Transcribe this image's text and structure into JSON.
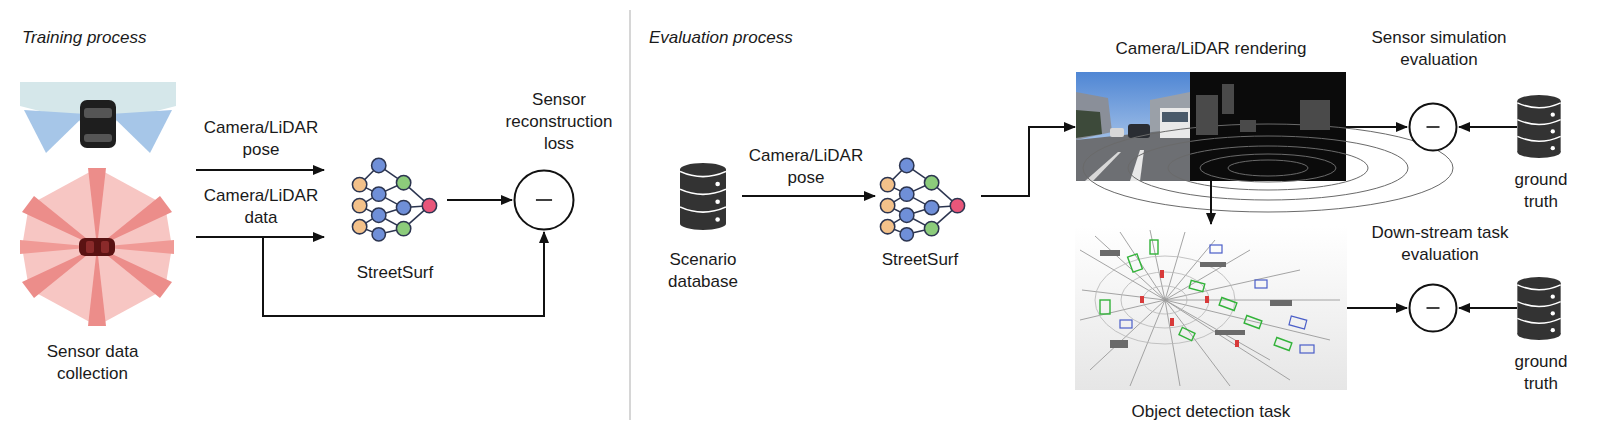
{
  "diagram": {
    "nodes": [
      {
        "text": [
          "Sensor data collection"
        ]
      },
      {
        "text": [
          "StreetSurf"
        ]
      },
      {
        "text": [
          "Sensor reconstruction loss"
        ]
      },
      {
        "text": [
          "Scenario database"
        ]
      },
      {
        "text": [
          "StreetSurf"
        ]
      },
      {
        "text": [
          "Camera/LiDAR rendering"
        ]
      },
      {
        "text": [
          "Sensor simulation evaluation"
        ]
      },
      {
        "text": [
          "ground truth"
        ]
      },
      {
        "text": [
          "Object detection task"
        ]
      },
      {
        "text": [
          "Down-stream task evaluation"
        ]
      },
      {
        "text": [
          "ground truth"
        ]
      }
    ],
    "edges": [
      {
        "from": 0,
        "to": 1,
        "label": "Camera/LiDAR pose",
        "arrow": "to"
      },
      {
        "from": 0,
        "to": 1,
        "label": "Camera/LiDAR data",
        "arrow": "to"
      },
      {
        "from": 1,
        "to": 2,
        "arrow": "to"
      },
      {
        "from": 0,
        "to": 2,
        "arrow": "to"
      },
      {
        "from": 3,
        "to": 4,
        "label": "Camera/LiDAR pose",
        "arrow": "to"
      },
      {
        "from": 4,
        "to": 5,
        "arrow": "to"
      },
      {
        "from": 5,
        "to": 6,
        "arrow": "to"
      },
      {
        "from": 7,
        "to": 6,
        "arrow": "to"
      },
      {
        "from": 5,
        "to": 8,
        "arrow": "to"
      },
      {
        "from": 8,
        "to": 9,
        "arrow": "to"
      },
      {
        "from": 10,
        "to": 9,
        "arrow": "to"
      }
    ],
    "labels": [
      "Training process",
      "Evaluation process"
    ]
  }
}
